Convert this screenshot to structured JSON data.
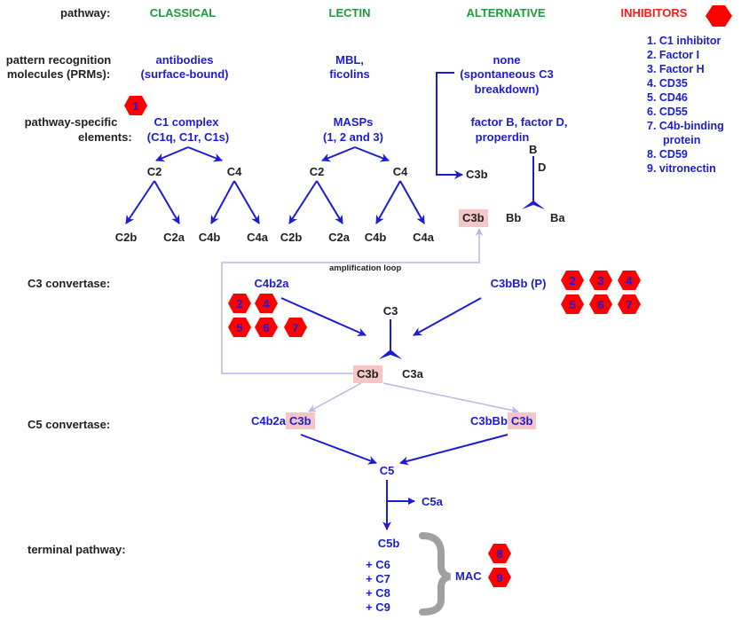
{
  "header": {
    "pathway_label": "pathway:",
    "classical": "CLASSICAL",
    "lectin": "LECTIN",
    "alternative": "ALTERNATIVE",
    "inhibitors": "INHIBITORS"
  },
  "inhibitor_list": [
    "1. C1 inhibitor",
    "2. Factor I",
    "3. Factor H",
    "4. CD35",
    "5. CD46",
    "6. CD55",
    "7. C4b-binding",
    "protein",
    "8. CD59",
    "9. vitronectin"
  ],
  "rows": {
    "prm_line1": "pattern recognition",
    "prm_line2": "molecules (PRMs):",
    "specific_line1": "pathway-specific",
    "specific_line2": "elements:",
    "c3_convertase": "C3 convertase:",
    "c5_convertase": "C5 convertase:",
    "terminal": "terminal pathway:"
  },
  "classical": {
    "prm_line1": "antibodies",
    "prm_line2": "(surface-bound)",
    "element_line1": "C1 complex",
    "element_line2": "(C1q, C1r, C1s)",
    "c2": "C2",
    "c4": "C4",
    "c2b": "C2b",
    "c2a": "C2a",
    "c4b": "C4b",
    "c4a": "C4a"
  },
  "lectin": {
    "prm_line1": "MBL,",
    "prm_line2": "ficolins",
    "element_line1": "MASPs",
    "element_line2": "(1, 2 and 3)",
    "c2": "C2",
    "c4": "C4",
    "c2b": "C2b",
    "c2a": "C2a",
    "c4b": "C4b",
    "c4a": "C4a"
  },
  "alternative": {
    "prm_line1": "none",
    "prm_line2": "(spontaneous C3",
    "prm_line3": "breakdown)",
    "element_line1": "factor B, factor D,",
    "element_line2": "properdin",
    "c3b": "C3b",
    "b": "B",
    "d": "D",
    "bb": "Bb",
    "ba": "Ba",
    "c3b_highlight": "C3b"
  },
  "cascade": {
    "amplification_loop": "amplification loop",
    "c4b2a": "C4b2a",
    "c3bbb_p": "C3bBb (P)",
    "c3": "C3",
    "c3b": "C3b",
    "c3a": "C3a",
    "c5conv_classical_prefix": "C4b2a",
    "c5conv_classical_suffix": "C3b",
    "c5conv_alt_prefix": "C3bBb",
    "c5conv_alt_suffix": "C3b",
    "c5": "C5",
    "c5a": "C5a",
    "c5b": "C5b",
    "plus_c6": "+ C6",
    "plus_c7": "+ C7",
    "plus_c8": "+ C8",
    "plus_c9": "+ C9",
    "mac": "MAC"
  },
  "badges": {
    "c1": "1",
    "left_group": [
      "2",
      "4",
      "5",
      "6",
      "7"
    ],
    "right_group": [
      "2",
      "3",
      "4",
      "5",
      "6",
      "7"
    ],
    "mac_group": [
      "8",
      "9"
    ]
  },
  "colors": {
    "arrow_blue": "#1c1cd6",
    "pathway_green": "#1f9a3a",
    "inhibitor_red": "#ff1a1a",
    "hexagon_red": "#ff0000",
    "highlight_pink": "#f4c6c6",
    "loop_line": "#b8b8e8",
    "brace_gray": "#a0a0a0"
  }
}
